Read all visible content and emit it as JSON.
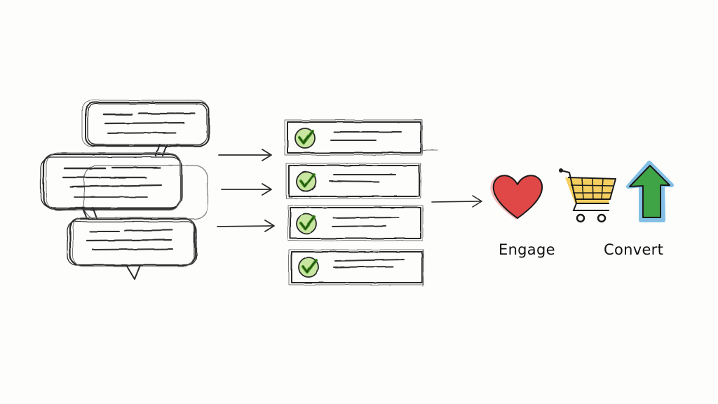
{
  "diagram": {
    "style": "hand-drawn pencil sketch",
    "background": "#fdfdfc",
    "stages": [
      {
        "id": "messages",
        "description": "stack of three overlapping speech bubbles with scribbled text lines",
        "icon": "speech-bubbles-icon",
        "count": 3
      },
      {
        "id": "checklist",
        "description": "four rectangular list items each with a green check mark and two text lines",
        "icon": "check-circle-icon",
        "count": 4,
        "check_color": "#5aa62a"
      },
      {
        "id": "outcomes",
        "icons": [
          {
            "name": "heart-icon",
            "color": "#e04848"
          },
          {
            "name": "shopping-cart-icon",
            "color": "#f2c744"
          },
          {
            "name": "up-arrow-icon",
            "color": "#3fa446",
            "outline_color": "#5aa9dc"
          }
        ]
      }
    ],
    "connectors": {
      "messages_to_checklist": 3,
      "checklist_to_outcomes": 1
    },
    "labels": {
      "engage": "Engage",
      "convert": "Convert"
    }
  }
}
